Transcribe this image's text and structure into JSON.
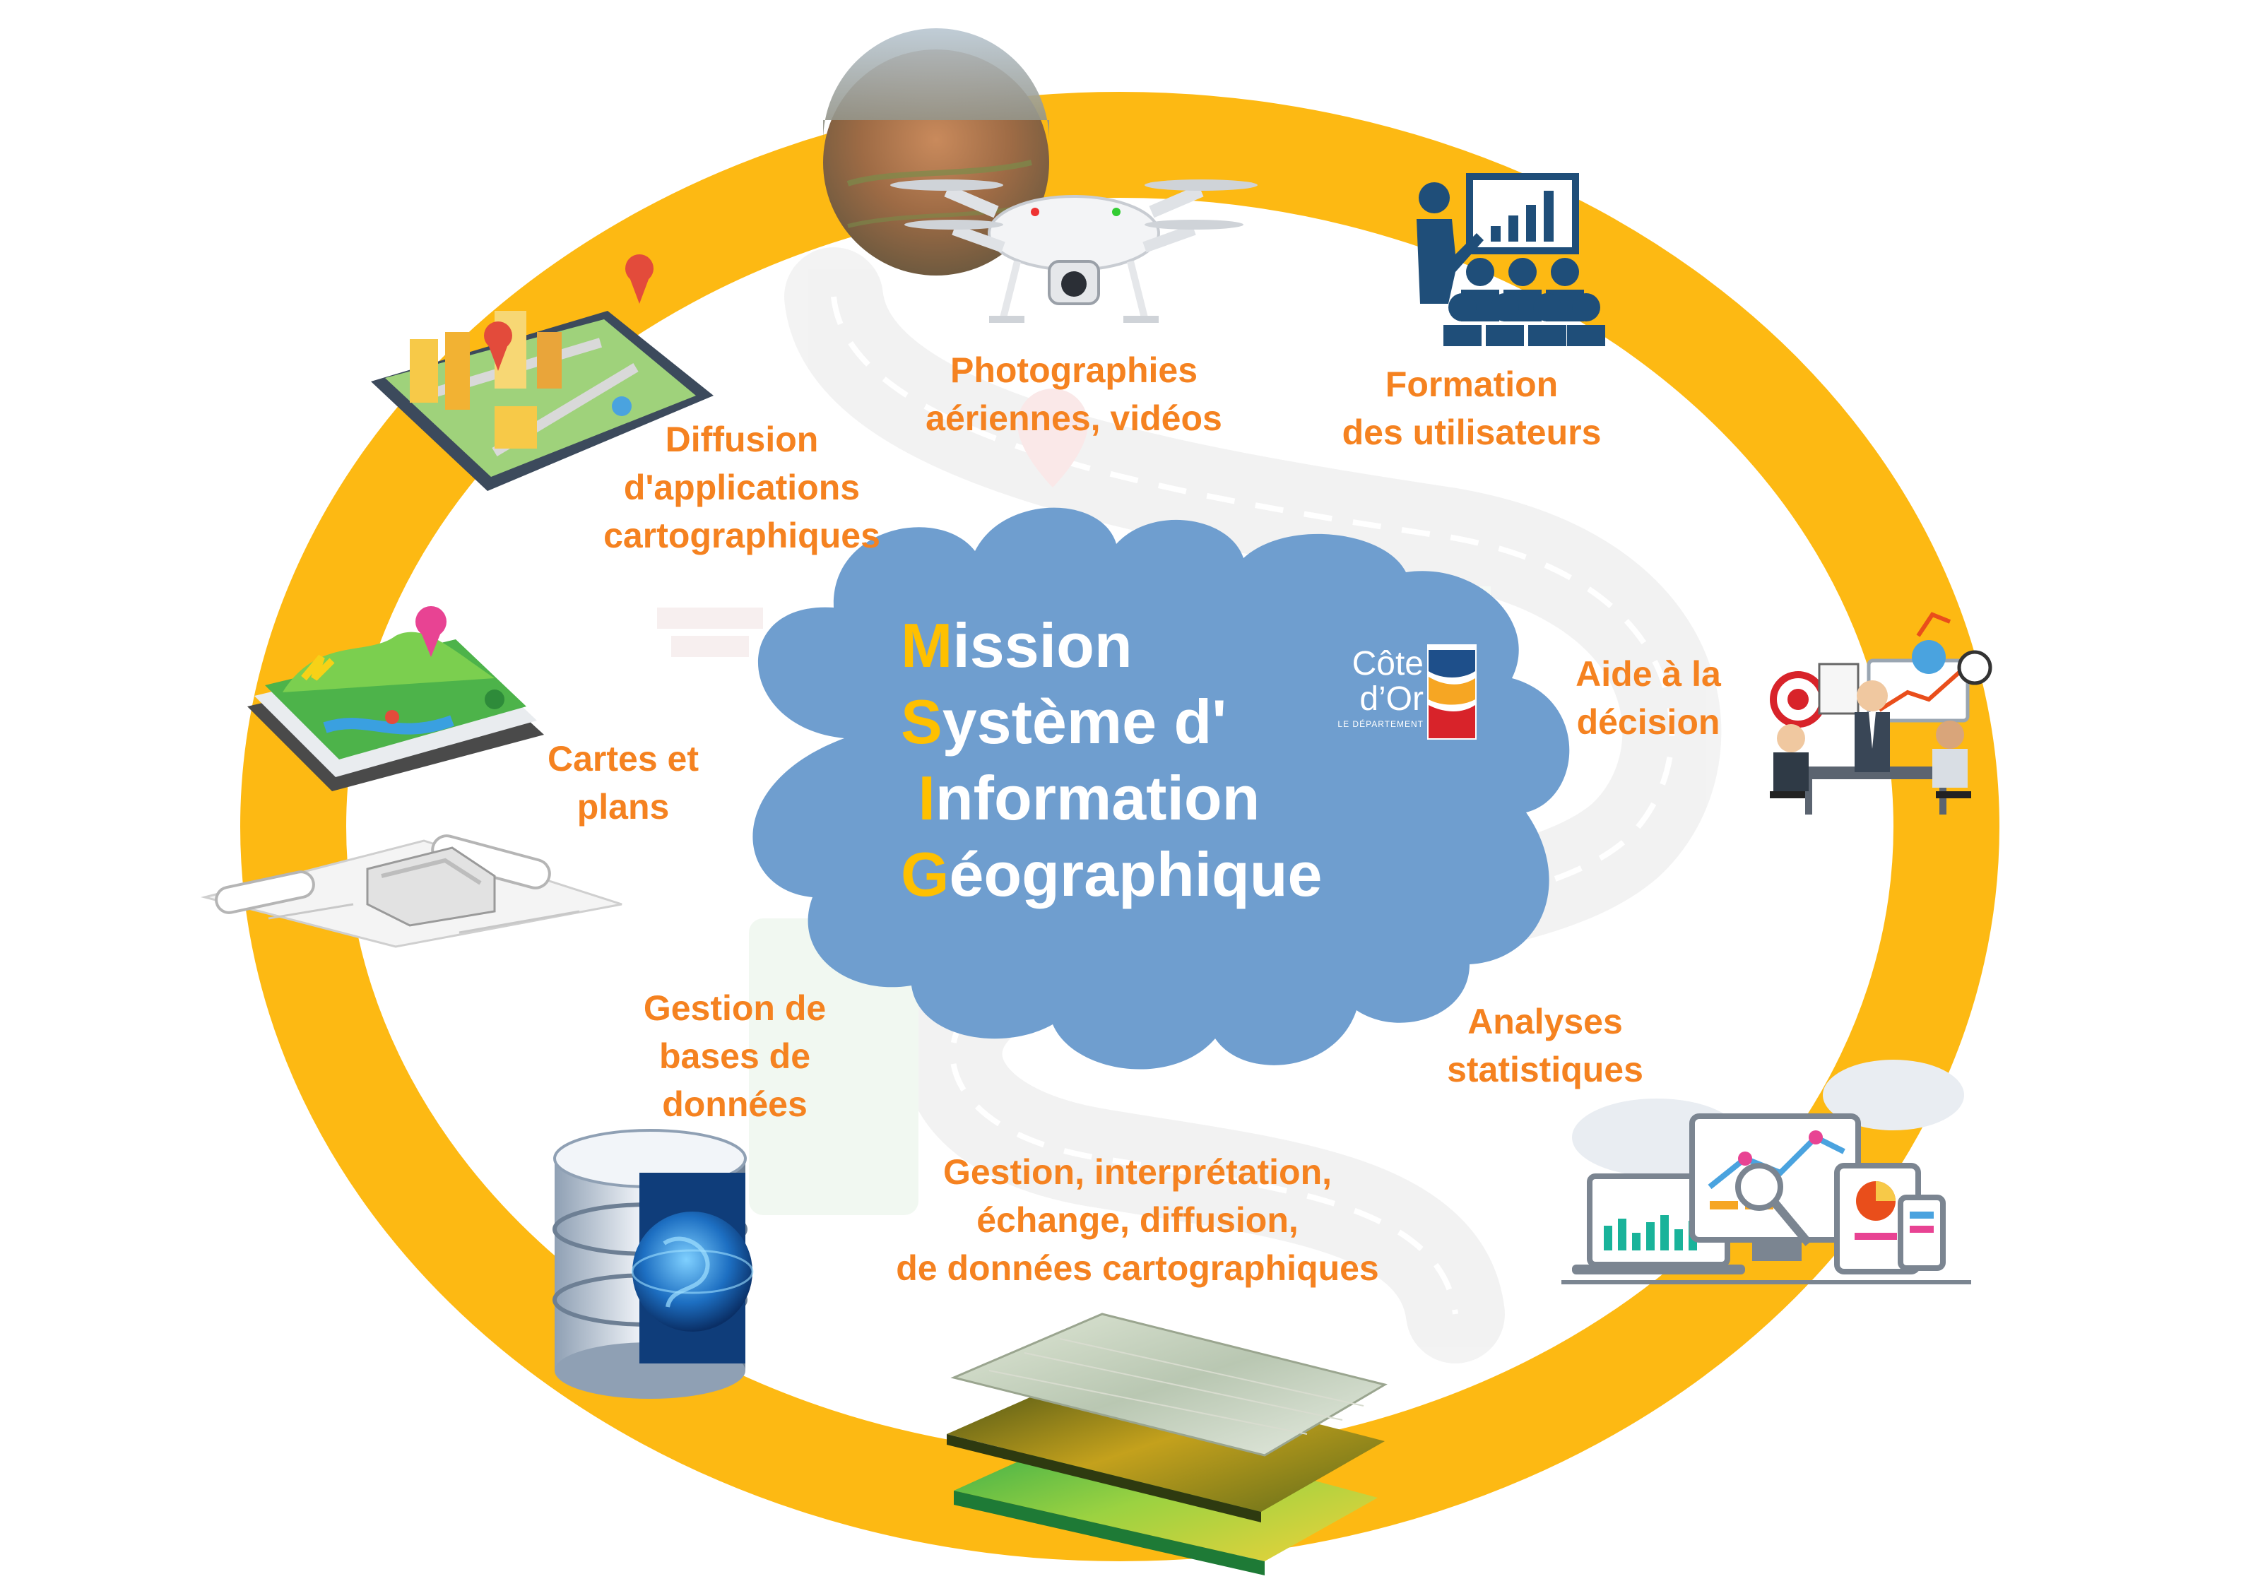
{
  "title": {
    "lines": [
      {
        "initial": "M",
        "rest": "ission"
      },
      {
        "initial": "S",
        "rest": "ystème d'"
      },
      {
        "initial": "I",
        "rest": "nformation"
      },
      {
        "initial": "G",
        "rest": "éographique"
      }
    ]
  },
  "logo": {
    "line1": "Côte",
    "line2": "d’Or",
    "tagline": "LE DÉPARTEMENT"
  },
  "labels": {
    "photo": [
      "Photographies",
      "aériennes, vidéos"
    ],
    "formation": [
      "Formation",
      "des utilisateurs"
    ],
    "diffusion": [
      "Diffusion",
      "d'applications",
      "cartographiques"
    ],
    "aide": [
      "Aide à la",
      "décision"
    ],
    "cartes": [
      "Cartes et",
      "plans"
    ],
    "analyses": [
      "Analyses",
      "statistiques"
    ],
    "bases": [
      "Gestion de",
      "bases de",
      "données"
    ],
    "gestion": [
      "Gestion, interprétation,",
      "échange, diffusion,",
      "de données cartographiques"
    ]
  },
  "colors": {
    "ring": "#fdb913",
    "cloud": "#6f9ecf",
    "label": "#f58220",
    "title_initial": "#ffc000",
    "logo_bg": "#ffffff",
    "logo_blue": "#1e4f8a",
    "logo_red": "#d8232a"
  },
  "icons": {
    "drone": "drone-aerial-photo-icon",
    "training": "presentation-training-icon",
    "map_app": "smartphone-3d-map-icon",
    "decision": "business-meeting-icon",
    "terrain": "terrain-map-icon",
    "blueprint": "blueprint-plans-icon",
    "statistics": "dashboard-devices-icon",
    "database": "globe-database-icon",
    "layers": "raster-layers-icon"
  }
}
